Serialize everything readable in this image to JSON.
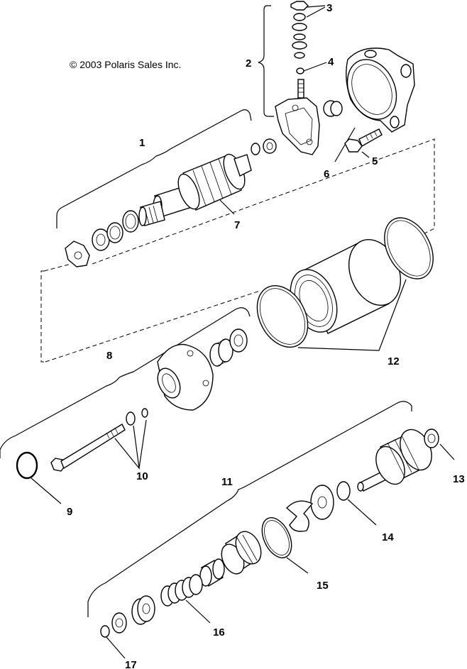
{
  "copyright": "© 2003 Polaris Sales Inc.",
  "callouts": [
    "1",
    "2",
    "3",
    "4",
    "5",
    "6",
    "7",
    "8",
    "9",
    "10",
    "11",
    "12",
    "13",
    "14",
    "15",
    "16",
    "17"
  ]
}
